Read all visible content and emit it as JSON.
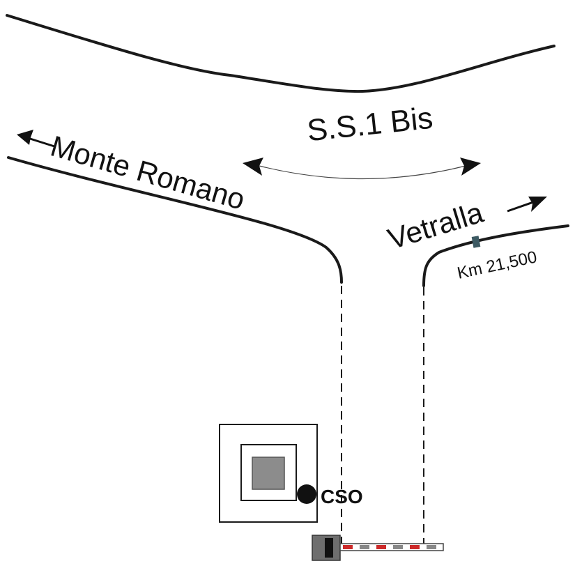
{
  "map": {
    "road_main_label": "S.S.1 Bis",
    "left_direction_label": "Monte Romano",
    "right_direction_label": "Vetralla",
    "km_marker_label": "Km 21,500",
    "site_point_label": "CSO"
  },
  "icons": {
    "left_arrow": "arrow-left-icon",
    "right_arrow": "arrow-right-icon",
    "both_ways": "double-arrow-icon",
    "gate": "barrier-gate-icon"
  },
  "colors": {
    "ink": "#111111",
    "line": "#1a1a1a",
    "building_fill": "#8c8c8c",
    "building_stroke": "#555555",
    "gate_red": "#cc2a2a",
    "gate_grey": "#6e6e6e",
    "km_post": "#3d5a63"
  }
}
